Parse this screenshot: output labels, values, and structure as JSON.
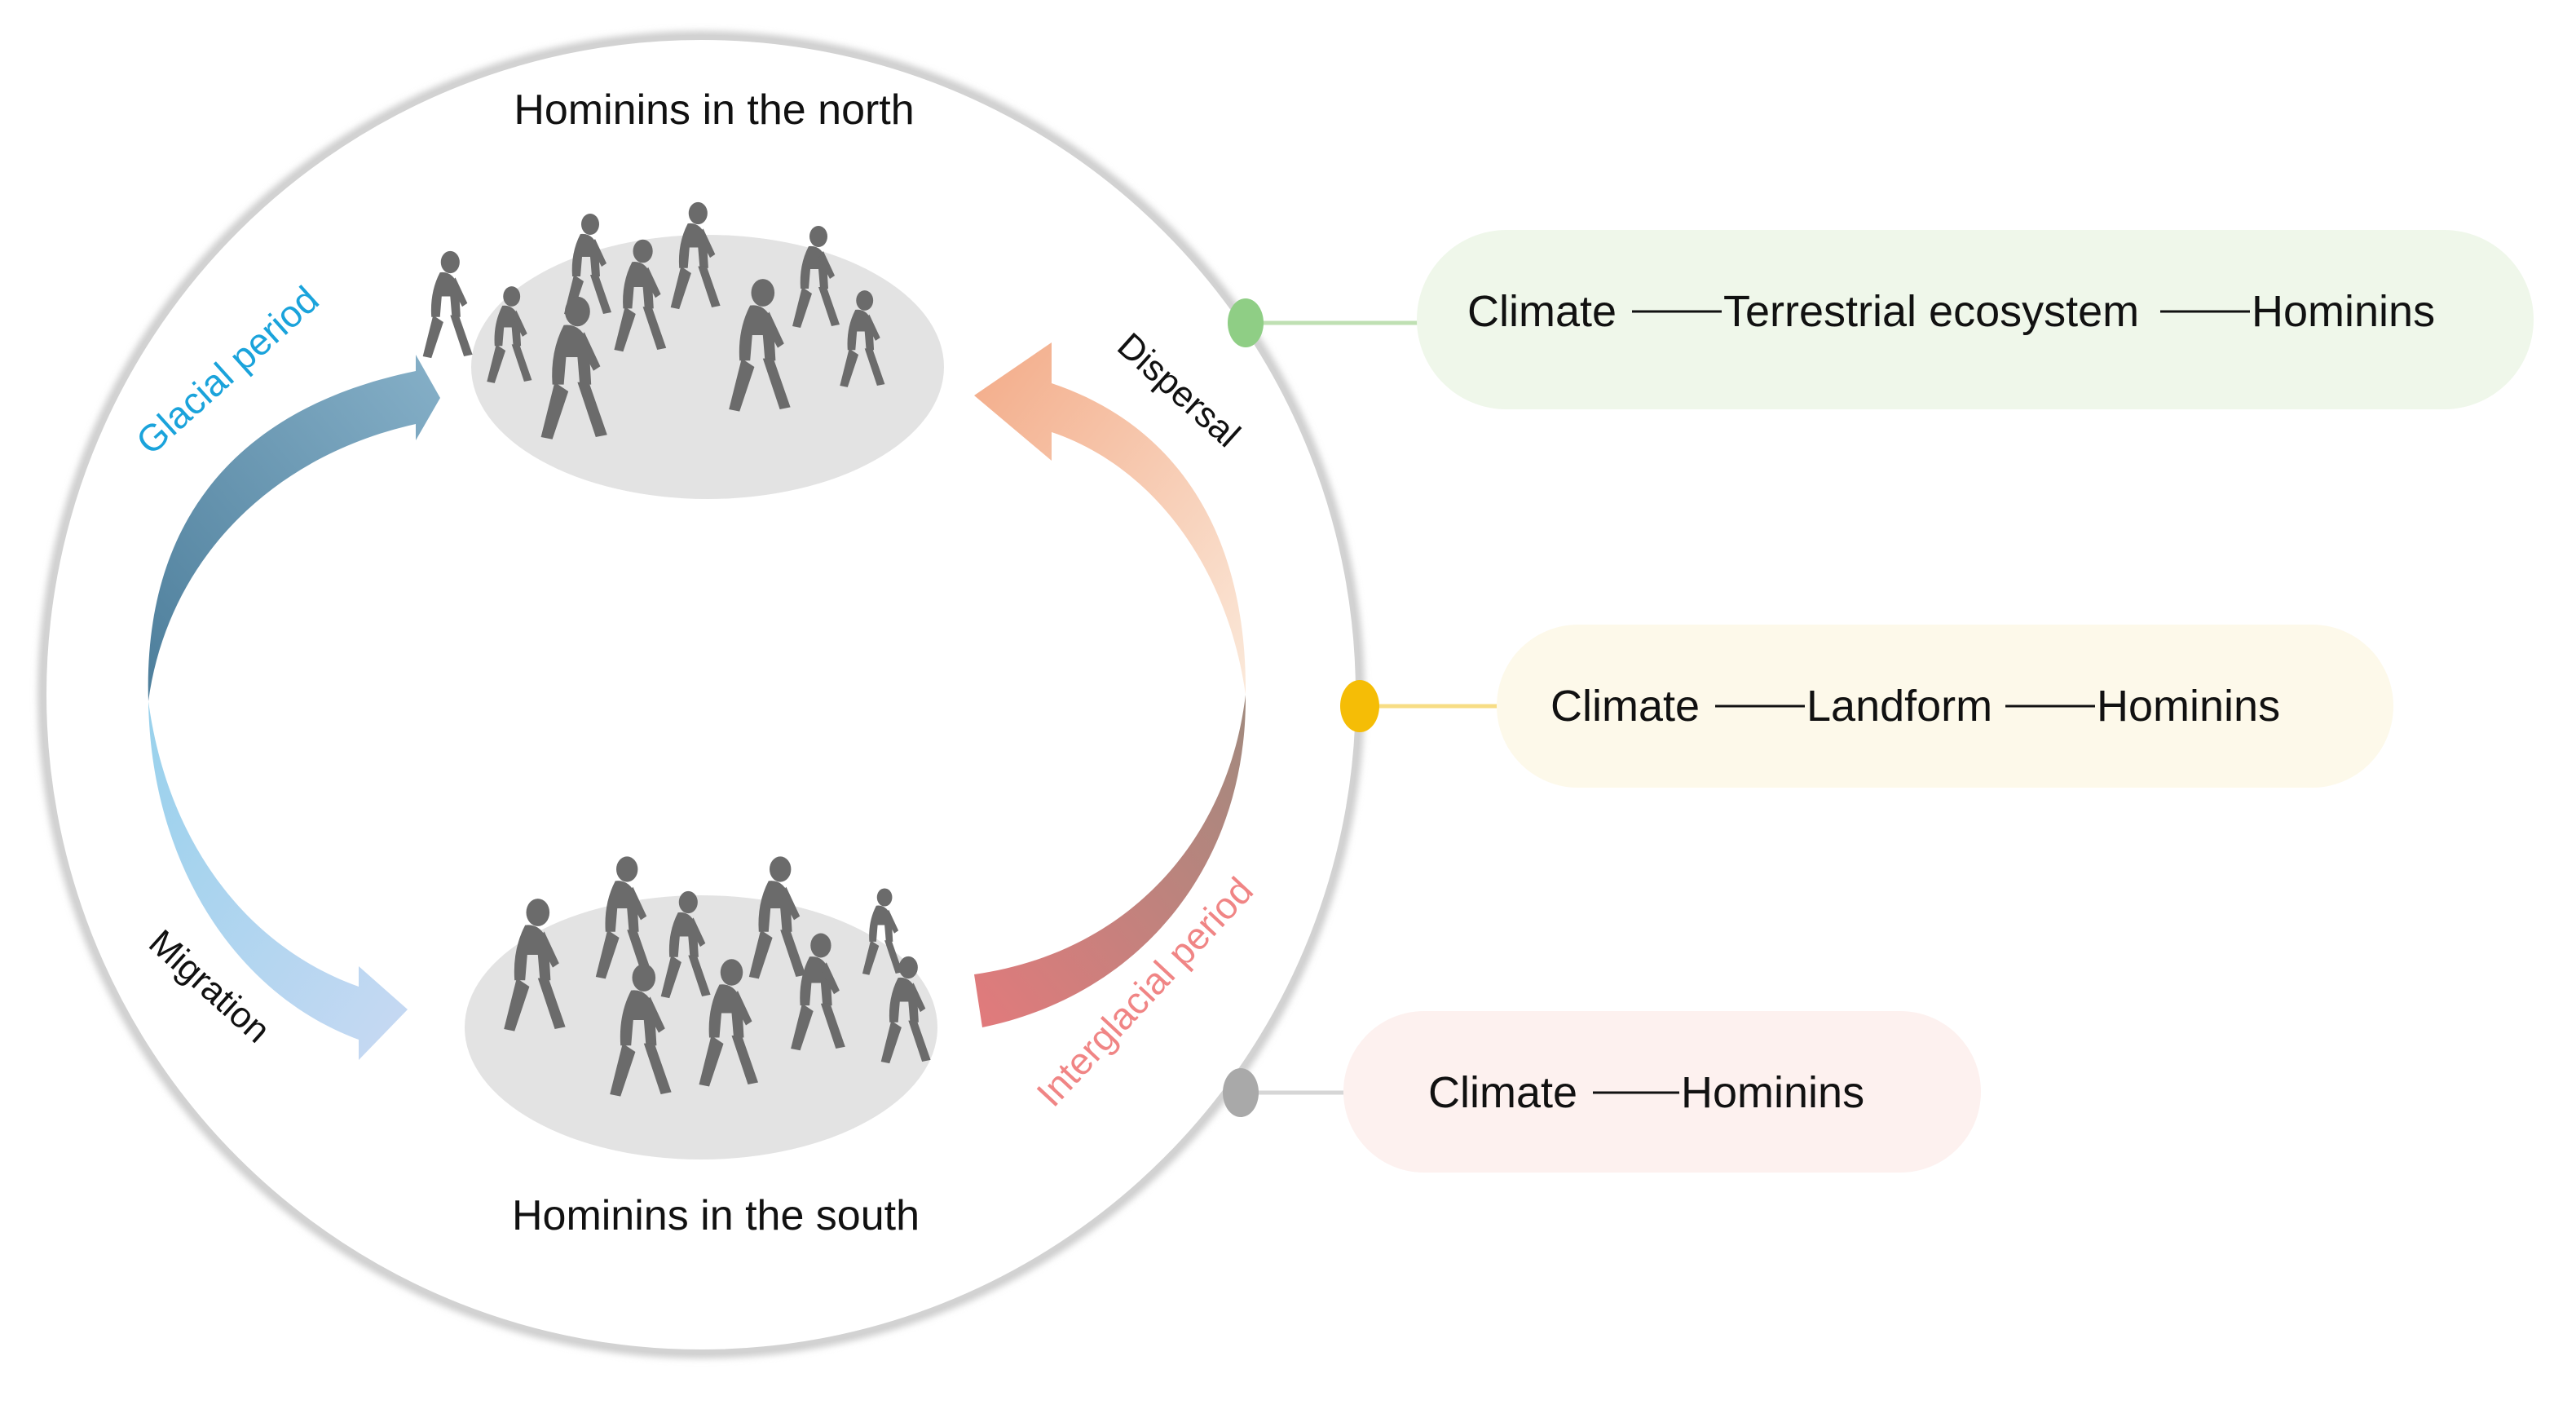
{
  "circle": {
    "north_label": "Hominins in the north",
    "south_label": "Hominins in the south",
    "glacial_label": "Glacial period",
    "migration_label": "Migration",
    "dispersal_label": "Dispersal",
    "interglacial_label": "Interglacial period"
  },
  "relations": [
    {
      "parts": [
        "Climate",
        "Terrestrial ecosystem",
        "Hominins"
      ],
      "dot_color": "#8fce85",
      "pill_color": "#eff7ea",
      "line_color": "#bfe0b3"
    },
    {
      "parts": [
        "Climate",
        "Landform",
        "Hominins"
      ],
      "dot_color": "#f5bd06",
      "pill_color": "#fdf9ea",
      "line_color": "#f7dd85"
    },
    {
      "parts": [
        "Climate",
        "Hominins"
      ],
      "dot_color": "#a9a9a9",
      "pill_color": "#fdf1ef",
      "line_color": "#d6d6d6"
    }
  ],
  "colors": {
    "glacial_text": "#1aa3db",
    "interglacial_text": "#f08585",
    "glacial_arrow_from": "#5a87a3",
    "glacial_arrow_to": "#8fb7cf",
    "migration_arrow_from": "#9fd4ee",
    "migration_arrow_to": "#c7daf4",
    "dispersal_arrow_from": "#f6ddc8",
    "dispersal_arrow_to": "#f3b08f",
    "interglacial_arrow_from": "#b49181",
    "interglacial_arrow_to": "#e38080",
    "figures": "#6b6b6b",
    "ellipse": "#e3e3e3"
  }
}
